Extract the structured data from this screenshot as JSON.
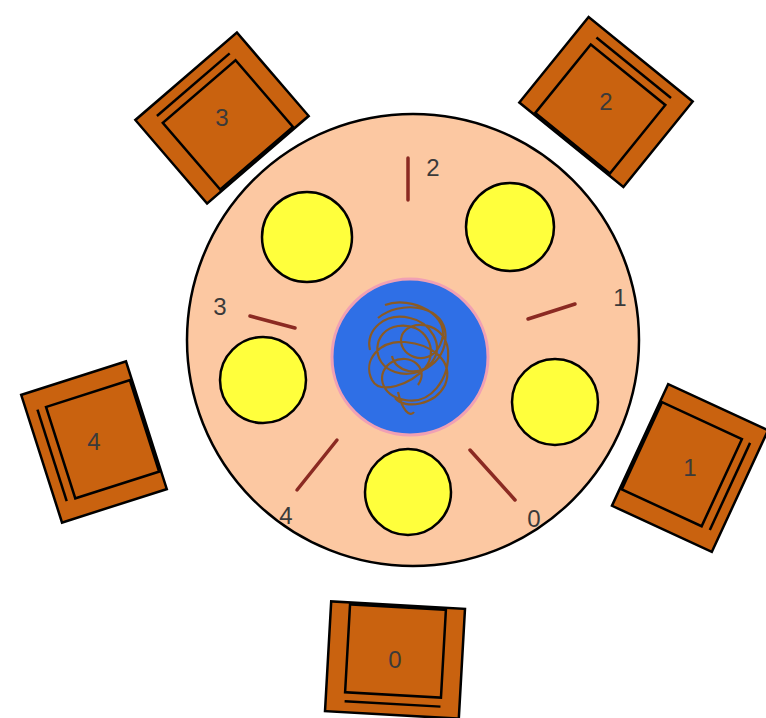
{
  "diagram": {
    "nodes": [
      {
        "text": [
          "3"
        ]
      },
      {
        "text": [
          "2"
        ]
      },
      {
        "text": [
          "4"
        ]
      },
      {
        "text": [
          "1"
        ]
      },
      {
        "text": [
          "0"
        ]
      }
    ],
    "labels": [
      "2",
      "3",
      "1",
      "4",
      "0"
    ]
  }
}
